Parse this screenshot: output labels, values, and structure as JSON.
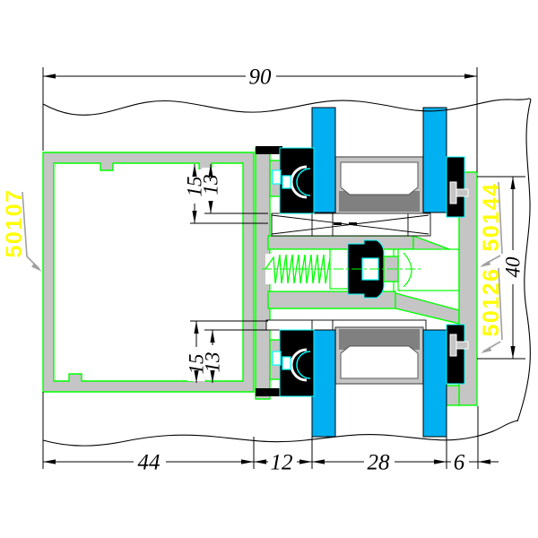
{
  "dims": {
    "overall_width": "90",
    "frame_width": "44",
    "bead_gap": "12",
    "glazing_width": "28",
    "edge_gap": "6",
    "glazing_height": "40",
    "top_offset_a": "15",
    "top_offset_b": "13",
    "bottom_offset_a": "15",
    "bottom_offset_b": "13"
  },
  "labels": {
    "frame_profile": "50107",
    "sash_profile": "50144",
    "mullion_profile": "50126"
  },
  "colors": {
    "background": "#FFFFFF",
    "outline_green": "#00FF00",
    "aluminum_gray": "#C5C5C5",
    "spacer_dark": "#808080",
    "glass_blue": "#00B0F0",
    "gasket_black": "#000000",
    "gasket_cyan": "#00FFFF",
    "label_yellow": "#FFFF00",
    "leader_gray": "#A0A0A0",
    "dim_black": "#000000"
  }
}
